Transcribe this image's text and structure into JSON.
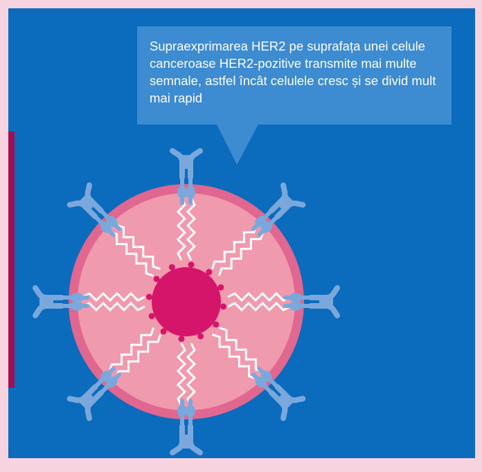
{
  "callout": {
    "text": "Supraexprimarea HER2 pe suprafața unei celule canceroase HER2-pozitive transmite mai multe semnale, astfel încât celulele cresc și se divid mult mai rapid"
  },
  "colors": {
    "background_outer": "#f6d3de",
    "panel": "#0b6bbd",
    "callout": "#3d8bd0",
    "side_bar": "#9e1054",
    "cell_membrane": "#e0678f",
    "cell_cytoplasm": "#f09aae",
    "nucleus": "#d5156a",
    "receptor": "#7aa8dc",
    "signal": "#ffffff"
  },
  "icons": {
    "receptor": "her2-receptor-icon",
    "signal": "signal-zigzag-icon",
    "nucleus": "nucleus-icon"
  },
  "diagram": {
    "receptor_count": 8,
    "signals_per_receptor": 2
  }
}
